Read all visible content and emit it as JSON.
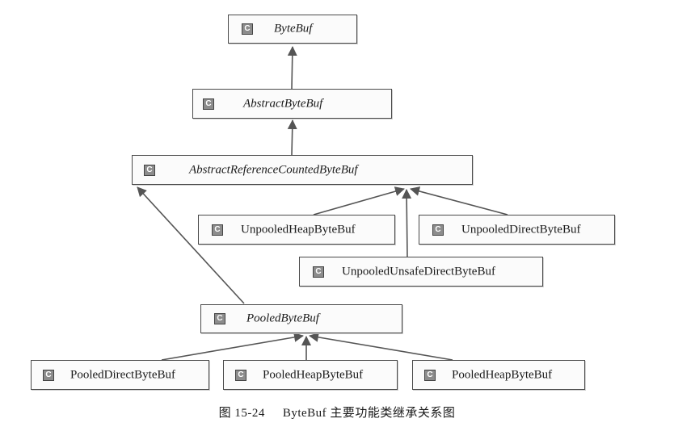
{
  "diagram": {
    "class_icon": "class-icon",
    "nodes": {
      "bytebuf": "ByteBuf",
      "abstract_bytebuf": "AbstractByteBuf",
      "abstract_refcounted": "AbstractReferenceCountedByteBuf",
      "unpooled_heap": "UnpooledHeapByteBuf",
      "unpooled_direct": "UnpooledDirectByteBuf",
      "unpooled_unsafe_direct": "UnpooledUnsafeDirectByteBuf",
      "pooled": "PooledByteBuf",
      "pooled_direct": "PooledDirectByteBuf",
      "pooled_heap_1": "PooledHeapByteBuf",
      "pooled_heap_2": "PooledHeapByteBuf"
    },
    "icon_glyph": "C"
  },
  "caption": {
    "figure_number": "图 15-24",
    "text": "ByteBuf 主要功能类继承关系图"
  }
}
